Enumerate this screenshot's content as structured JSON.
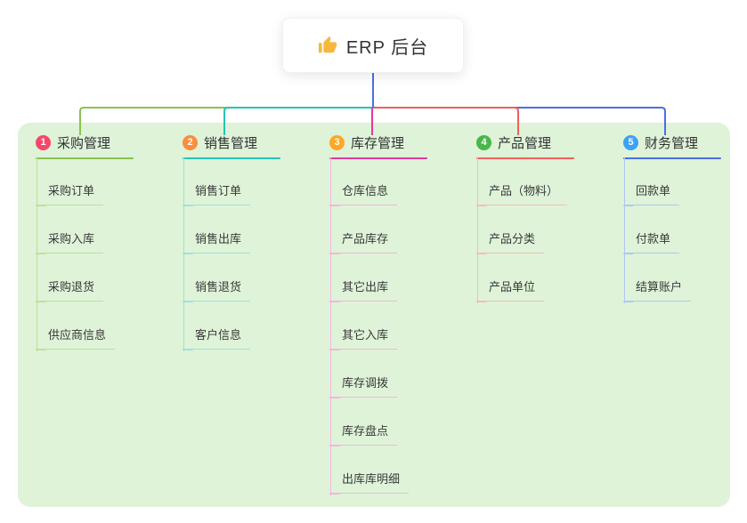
{
  "root": {
    "title": "ERP 后台",
    "icon": "thumbs-up-icon"
  },
  "colors": {
    "panel_bg": "#def3d8",
    "trunk": "#4a6fe3",
    "thumb_gold": "#f5b83d"
  },
  "branches": [
    {
      "num": "1",
      "label": "采购管理",
      "circle_color": "#f5476b",
      "line_color": "#8cc152",
      "light_color": "#bfdf9b",
      "children": [
        "采购订单",
        "采购入库",
        "采购退货",
        "供应商信息"
      ]
    },
    {
      "num": "2",
      "label": "销售管理",
      "circle_color": "#fb8d3c",
      "line_color": "#27c3b4",
      "light_color": "#a3e0d8",
      "children": [
        "销售订单",
        "销售出库",
        "销售退货",
        "客户信息"
      ]
    },
    {
      "num": "3",
      "label": "库存管理",
      "circle_color": "#ffa726",
      "line_color": "#e23a9e",
      "light_color": "#f3b6d9",
      "children": [
        "仓库信息",
        "产品库存",
        "其它出库",
        "其它入库",
        "库存调拨",
        "库存盘点",
        "出库库明细"
      ]
    },
    {
      "num": "4",
      "label": "产品管理",
      "circle_color": "#49b749",
      "line_color": "#f2605d",
      "light_color": "#f6bcba",
      "children": [
        "产品（物料）",
        "产品分类",
        "产品单位"
      ]
    },
    {
      "num": "5",
      "label": "财务管理",
      "circle_color": "#3da2f5",
      "line_color": "#4a6fe3",
      "light_color": "#b1c7f2",
      "children": [
        "回款单",
        "付款单",
        "结算账户"
      ]
    }
  ]
}
